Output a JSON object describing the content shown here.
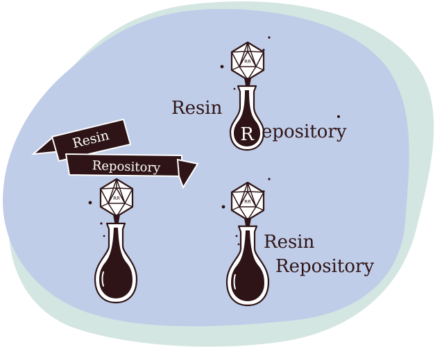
{
  "colors": {
    "background": "#ffffff",
    "blob_back": "#d3e6e2",
    "blob_front": "#c0cde8",
    "ink": "#2e1416",
    "paper": "#ffffff"
  },
  "icons": [
    "d20-die-icon",
    "bottle-icon",
    "ribbon-banner-icon"
  ],
  "logos": [
    {
      "id": "banner-logo",
      "ribbon_top": "Resin",
      "ribbon_bottom": "Repository",
      "die_text": "RR"
    },
    {
      "id": "initial-logo",
      "word_top": "Resin",
      "initial": "R",
      "word_rest": "epository",
      "die_text": "RR"
    },
    {
      "id": "stacked-logo",
      "word_top": "Resin",
      "word_bottom": "Repository",
      "die_text": "RR"
    }
  ]
}
